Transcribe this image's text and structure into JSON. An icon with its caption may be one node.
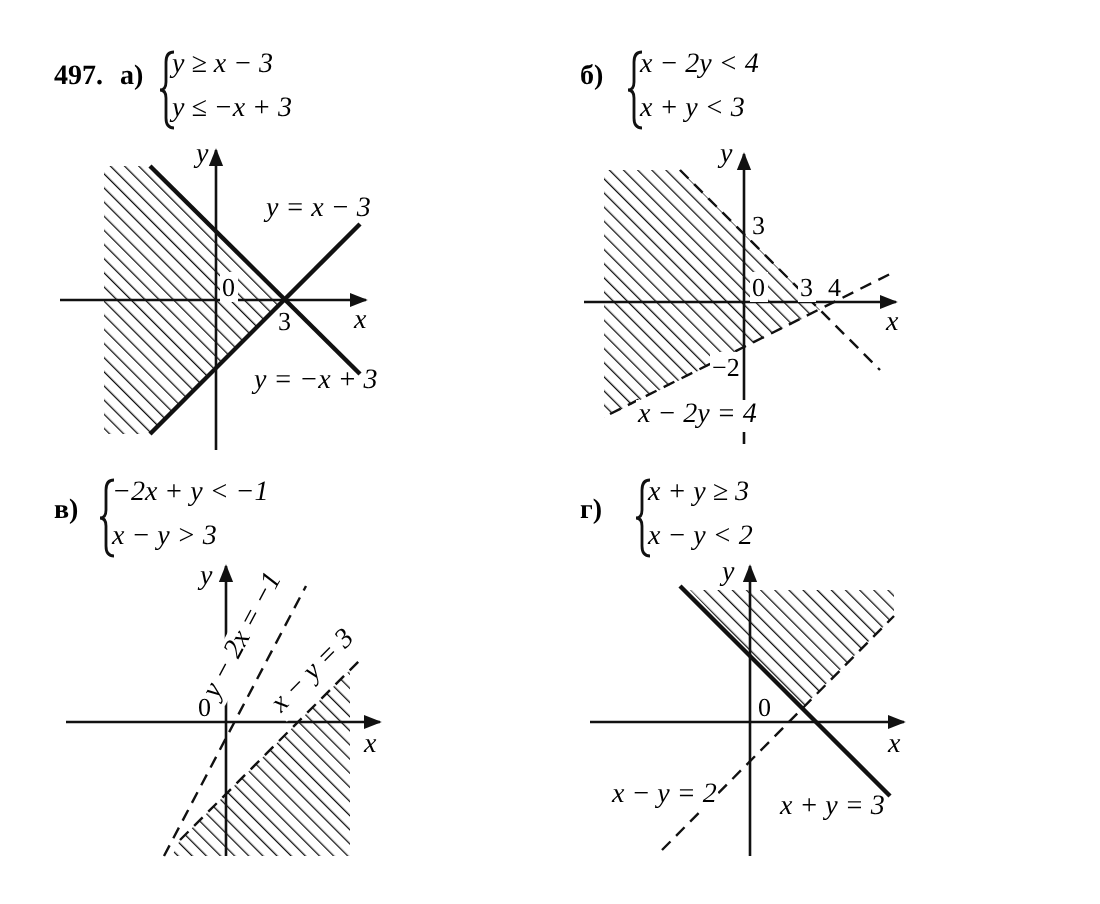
{
  "diagram": {
    "labels": [
      "497.",
      "а)",
      "y ≥ x − 3",
      "y ≤ −x + 3",
      "y",
      "y = x − 3",
      "0",
      "3",
      "x",
      "y = −x + 3",
      "б)",
      "x − 2y < 4",
      "x + y < 3",
      "y",
      "3",
      "0",
      "3",
      "4",
      "x",
      "−2",
      "x − 2y = 4",
      "в)",
      "−2x + y < −1",
      "x − y > 3",
      "y",
      "y − 2x = −1",
      "x − y = 3",
      "0",
      "x",
      "г)",
      "x + y ≥ 3",
      "x − y < 2",
      "y",
      "0",
      "x",
      "x − y = 2",
      "x + y = 3"
    ]
  }
}
